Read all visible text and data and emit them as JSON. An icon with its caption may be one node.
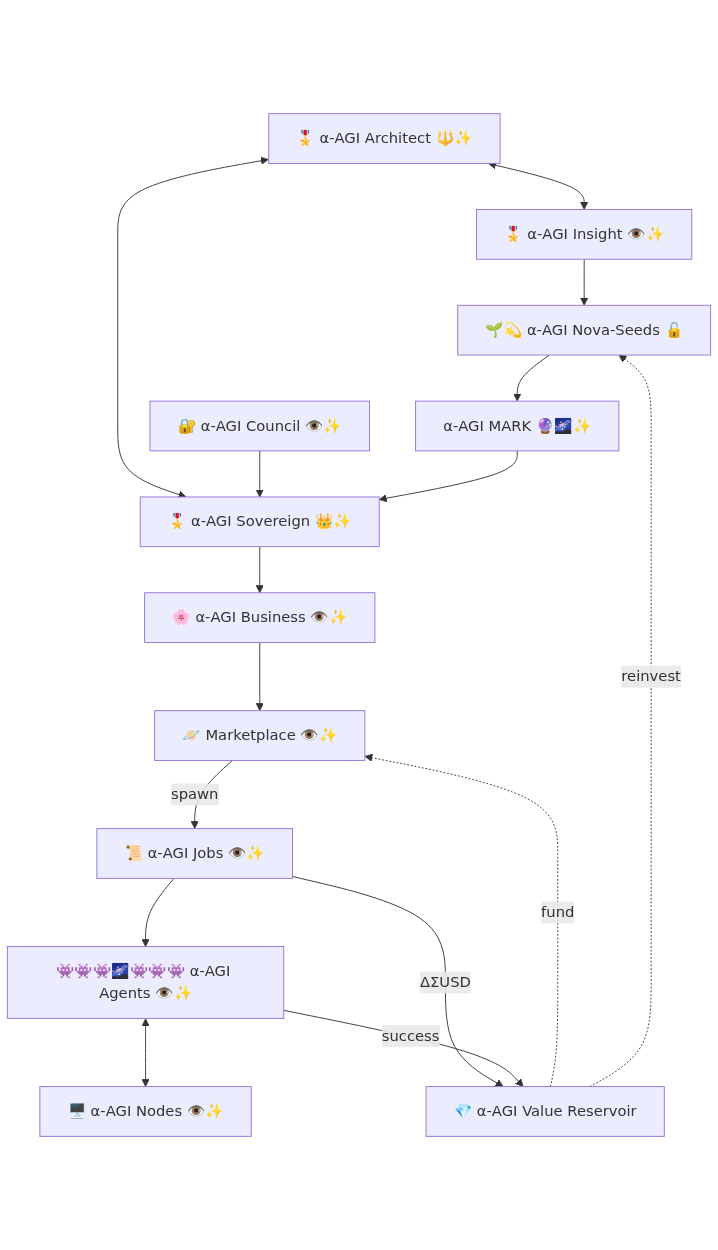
{
  "diagram": {
    "nodes": [
      {
        "text": [
          "🎖️ α-AGI Architect 🔱✨"
        ]
      },
      {
        "text": [
          "🎖️ α-AGI Insight 👁️✨"
        ]
      },
      {
        "text": [
          "🌱💫 α-AGI Nova-Seeds 🔓"
        ]
      },
      {
        "text": [
          "🔐 α-AGI Council 👁️✨"
        ]
      },
      {
        "text": [
          "α-AGI MARK 🔮🌌✨"
        ]
      },
      {
        "text": [
          "🎖️ α-AGI Sovereign 👑✨"
        ]
      },
      {
        "text": [
          "🌸 α-AGI Business 👁️✨"
        ]
      },
      {
        "text": [
          "🪐 Marketplace 👁️✨"
        ]
      },
      {
        "text": [
          "📜 α-AGI Jobs 👁️✨"
        ]
      },
      {
        "text": [
          "👾👾👾🌌👾👾👾 α-AGI Agents 👁️✨"
        ]
      },
      {
        "text": [
          "💎 α-AGI Value Reservoir"
        ]
      },
      {
        "text": [
          "🖥️ α-AGI Nodes 👁️✨"
        ]
      }
    ],
    "edges": [
      {
        "from": 0,
        "to": 1,
        "arrow": "both"
      },
      {
        "from": 1,
        "to": 2,
        "arrow": "to"
      },
      {
        "from": 2,
        "to": 4,
        "arrow": "to"
      },
      {
        "from": 0,
        "to": 5,
        "arrow": "both"
      },
      {
        "from": 3,
        "to": 5,
        "arrow": "to"
      },
      {
        "from": 4,
        "to": 5,
        "arrow": "to"
      },
      {
        "from": 5,
        "to": 6,
        "arrow": "to"
      },
      {
        "from": 6,
        "to": 7,
        "arrow": "to"
      },
      {
        "from": 7,
        "to": 8,
        "arrow": "to",
        "label": "spawn"
      },
      {
        "from": 8,
        "to": 9,
        "arrow": "to"
      },
      {
        "from": 8,
        "to": 10,
        "arrow": "to",
        "label": "ΔΣUSD"
      },
      {
        "from": 9,
        "to": 10,
        "arrow": "to",
        "label": "success"
      },
      {
        "from": 9,
        "to": 11,
        "arrow": "both"
      },
      {
        "from": 10,
        "to": 7,
        "arrow": "to",
        "label": "fund",
        "style": "dashed"
      },
      {
        "from": 10,
        "to": 2,
        "arrow": "to",
        "label": "reinvest",
        "style": "dashed"
      }
    ]
  }
}
